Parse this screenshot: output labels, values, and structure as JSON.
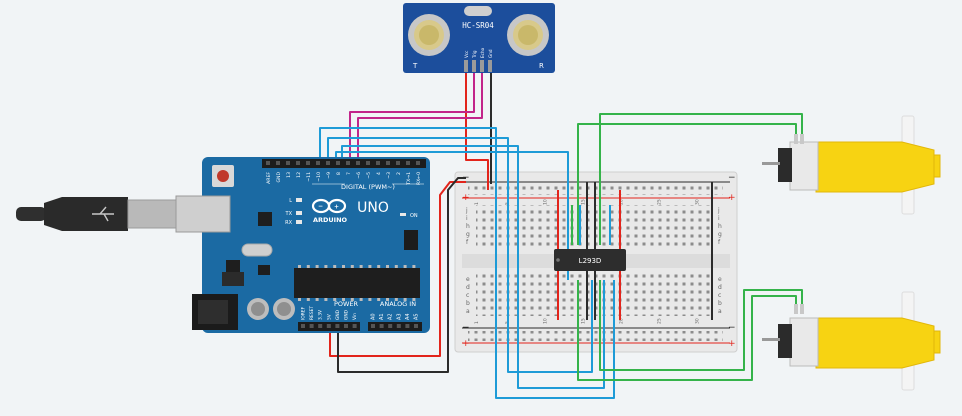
{
  "sensor": {
    "model": "HC-SR04",
    "left_mark": "T",
    "right_mark": "R",
    "pins": [
      "Vcc",
      "Trig",
      "Echo",
      "Gnd"
    ]
  },
  "arduino": {
    "brand": "ARDUINO",
    "model": "UNO",
    "digital_label": "DIGITAL (PWM~)",
    "power_label": "POWER",
    "analog_label": "ANALOG IN",
    "on_label": "ON",
    "led_labels": [
      "L",
      "TX",
      "RX"
    ],
    "digital_pins": [
      "AREF",
      "GND",
      "13",
      "12",
      "~11",
      "~10",
      "~9",
      "8",
      "7",
      "~6",
      "~5",
      "4",
      "~3",
      "2",
      "TX→1",
      "RX←0"
    ],
    "power_pins": [
      "IOREF",
      "RESET",
      "3.3V",
      "5V",
      "GND",
      "GND",
      "Vin"
    ],
    "analog_pins": [
      "A0",
      "A1",
      "A2",
      "A3",
      "A4",
      "A5"
    ]
  },
  "ic": {
    "label": "L293D"
  },
  "breadboard": {
    "rows_top": [
      "j",
      "i",
      "h",
      "g",
      "f"
    ],
    "rows_bottom": [
      "e",
      "d",
      "c",
      "b",
      "a"
    ],
    "column_numbers": [
      "1",
      "5",
      "10",
      "15",
      "20",
      "25",
      "30"
    ]
  },
  "colors": {
    "wire_red": "#e2241b",
    "wire_black": "#2b2b2b",
    "wire_green": "#35b34a",
    "wire_blue": "#1e9bd7",
    "wire_magenta": "#c2248a",
    "arduino_blue": "#1b6aa3",
    "sensor_blue": "#1c4e9c",
    "motor_yellow": "#f7d312"
  }
}
